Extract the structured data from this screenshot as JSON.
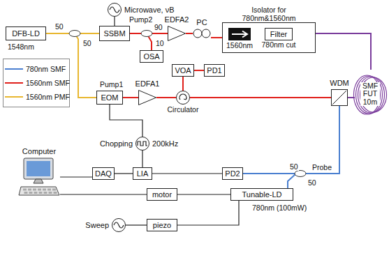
{
  "diagram": {
    "nodes": [
      {
        "text": [
          "DFB-LD"
        ]
      },
      {
        "text": [
          "SSBM"
        ]
      },
      {
        "text": [
          "OSA"
        ]
      },
      {
        "text": [
          "EDFA2"
        ]
      },
      {
        "text": [
          "PC"
        ]
      },
      {
        "text": [
          "Isolator for 780nm&1560nm"
        ]
      },
      {
        "text": [
          "1560nm"
        ],
        "in": 5
      },
      {
        "text": [
          "Filter",
          "780nm cut"
        ],
        "in": 5
      },
      {
        "text": [
          "EOM"
        ]
      },
      {
        "text": [
          "EDFA1"
        ]
      },
      {
        "text": [
          "Circulator"
        ]
      },
      {
        "text": [
          "VOA"
        ]
      },
      {
        "text": [
          "PD1"
        ]
      },
      {
        "text": [
          "WDM"
        ]
      },
      {
        "text": [
          "PD2"
        ]
      },
      {
        "text": [
          "LIA"
        ]
      },
      {
        "text": [
          "DAQ"
        ]
      },
      {
        "text": [
          "Computer"
        ]
      },
      {
        "text": [
          "motor"
        ]
      },
      {
        "text": [
          "Tunable-LD",
          "780nm (100mW)"
        ]
      },
      {
        "text": [
          "piezo"
        ]
      },
      {
        "text": [
          "Microwave, νB"
        ]
      },
      {
        "text": [
          "Chopping",
          "200kHz"
        ]
      },
      {
        "text": [
          "Sweep"
        ]
      },
      {
        "text": [
          "SMF FUT 10m"
        ]
      }
    ],
    "edges": [
      {
        "from": 0,
        "to": 1,
        "arrow": "none"
      },
      {
        "from": 0,
        "to": 8,
        "arrow": "none"
      },
      {
        "from": 1,
        "to": 3,
        "arrow": "none"
      },
      {
        "from": 1,
        "to": 2,
        "arrow": "none"
      },
      {
        "from": 3,
        "to": 4,
        "arrow": "none"
      },
      {
        "from": 4,
        "to": 5,
        "arrow": "none"
      },
      {
        "from": 6,
        "to": 7,
        "arrow": "none"
      },
      {
        "from": 5,
        "to": 24,
        "arrow": "none"
      },
      {
        "from": 24,
        "to": 13,
        "arrow": "none"
      },
      {
        "from": 8,
        "to": 9,
        "arrow": "none"
      },
      {
        "from": 9,
        "to": 10,
        "arrow": "none"
      },
      {
        "from": 10,
        "to": 11,
        "arrow": "none"
      },
      {
        "from": 11,
        "to": 12,
        "arrow": "none"
      },
      {
        "from": 10,
        "to": 13,
        "arrow": "none"
      },
      {
        "from": 13,
        "to": 14,
        "arrow": "none"
      },
      {
        "from": 19,
        "to": 13,
        "arrow": "none"
      },
      {
        "from": 14,
        "to": 15,
        "arrow": "none"
      },
      {
        "from": 22,
        "to": 15,
        "arrow": "none"
      },
      {
        "from": 22,
        "to": 8,
        "arrow": "none"
      },
      {
        "from": 15,
        "to": 16,
        "arrow": "none"
      },
      {
        "from": 16,
        "to": 17,
        "arrow": "none"
      },
      {
        "from": 17,
        "to": 18,
        "arrow": "none"
      },
      {
        "from": 18,
        "to": 19,
        "arrow": "none"
      },
      {
        "from": 23,
        "to": 20,
        "arrow": "none"
      },
      {
        "from": 20,
        "to": 19,
        "arrow": "none"
      },
      {
        "from": 21,
        "to": 1,
        "arrow": "none"
      }
    ],
    "labels": [
      "1548nm",
      "50",
      "50",
      "Pump2",
      "90",
      "10",
      "Pump1",
      "50",
      "Probe",
      "50"
    ],
    "legend": [
      {
        "text": "780nm SMF"
      },
      {
        "text": "1560nm SMF"
      },
      {
        "text": "1560nm PMF"
      }
    ]
  }
}
